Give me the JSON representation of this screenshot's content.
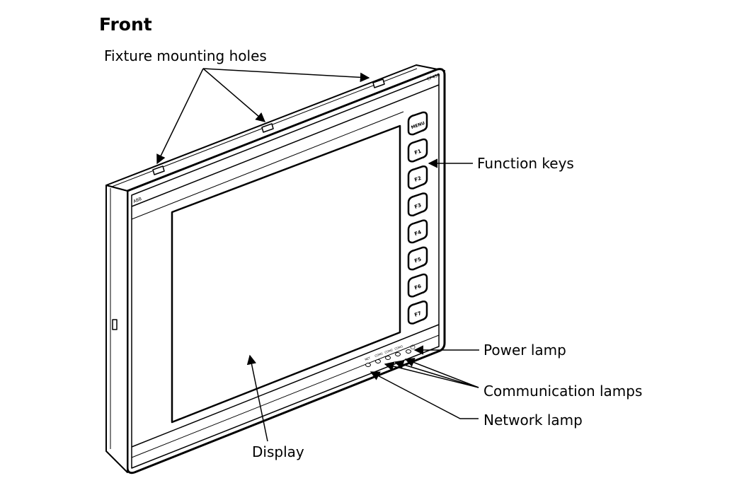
{
  "title": "Front",
  "labels": {
    "fixture_holes": "Fixture mounting holes",
    "function_keys": "Function keys",
    "power_lamp": "Power lamp",
    "communication_lamps": "Communication lamps",
    "network_lamp": "Network lamp",
    "display": "Display"
  },
  "device": {
    "model_text": "CP450",
    "brand_text": "ABB",
    "function_keys": [
      "MENU",
      "F1",
      "F2",
      "F3",
      "F4",
      "F5",
      "F6",
      "F7"
    ],
    "lamp_labels": [
      "NET",
      "COM1",
      "COM2",
      "COM3"
    ],
    "power_symbol": "⏻"
  }
}
